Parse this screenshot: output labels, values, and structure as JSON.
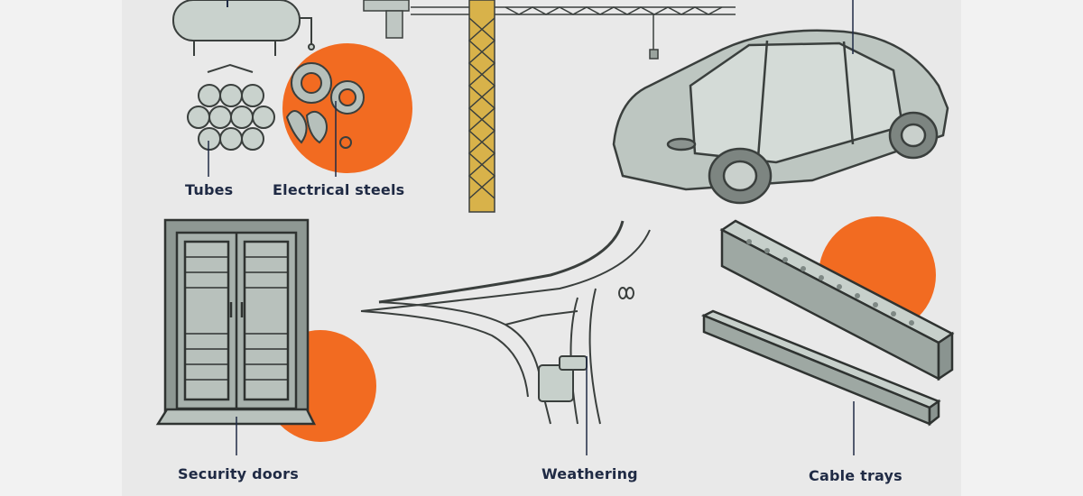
{
  "labels": {
    "tubes": "Tubes",
    "electrical_steels": "Electrical steels",
    "security_doors": "Security doors",
    "weathering": "Weathering",
    "cable_trays": "Cable trays"
  },
  "colors": {
    "accent_orange": "#f26b21",
    "label_navy": "#1f2a44",
    "steel_grey": "#a8b3ad",
    "crane_yellow": "#d8b24a",
    "background": "#e9e9e9"
  },
  "icons": [
    "gas-tank-icon",
    "tube-bundle-icon",
    "electrical-steel-coils-icon",
    "tower-crane-icon",
    "car-body-frame-icon",
    "security-door-icon",
    "weathering-bridge-icon",
    "cable-tray-icon"
  ]
}
